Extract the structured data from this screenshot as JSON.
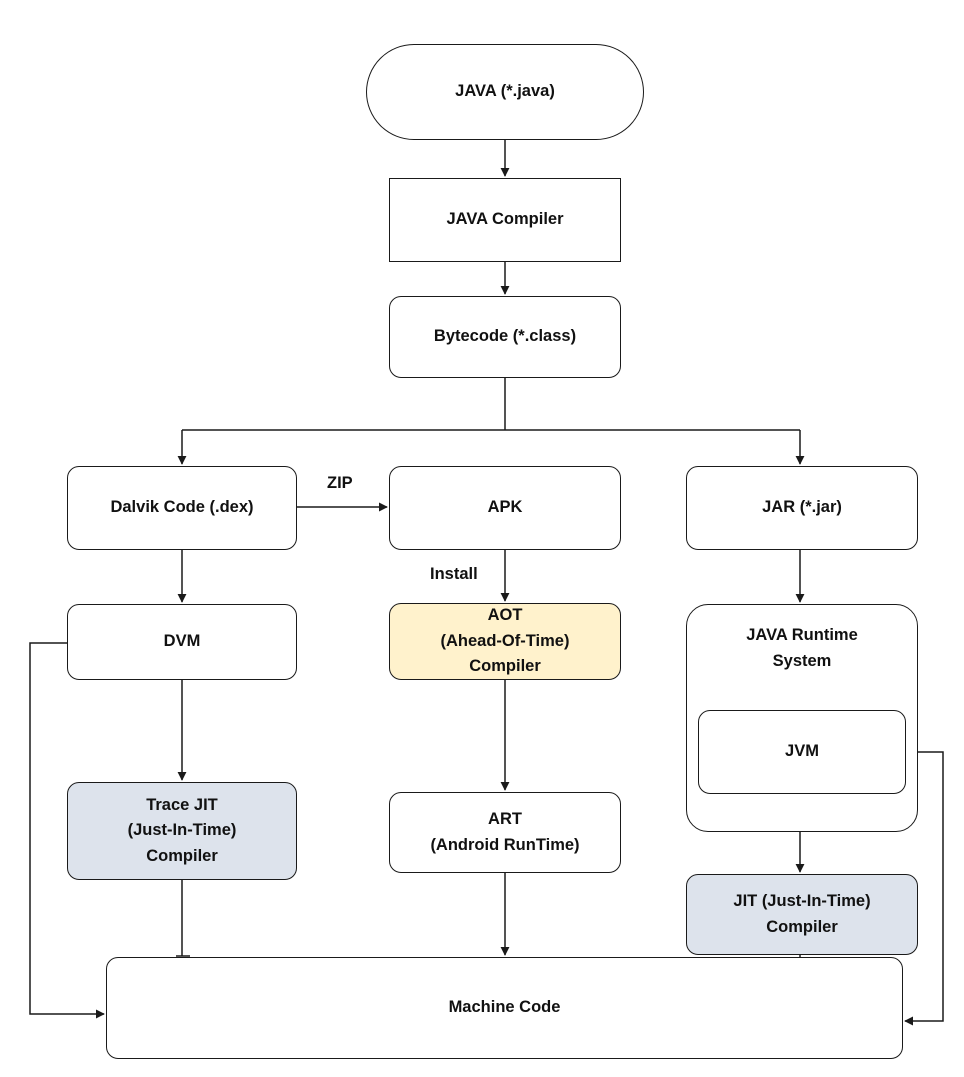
{
  "nodes": {
    "java_source": "JAVA (*.java)",
    "java_compiler": "JAVA Compiler",
    "bytecode": "Bytecode (*.class)",
    "dalvik_code": "Dalvik Code (.dex)",
    "apk": "APK",
    "jar": "JAR (*.jar)",
    "dvm": "DVM",
    "aot": "AOT\n(Ahead-Of-Time)\nCompiler",
    "java_runtime": "JAVA Runtime\nSystem",
    "jvm": "JVM",
    "trace_jit": "Trace JIT\n(Just-In-Time)\nCompiler",
    "art": "ART\n(Android RunTime)",
    "jit": "JIT (Just-In-Time)\nCompiler",
    "machine_code": "Machine Code"
  },
  "edge_labels": {
    "zip": "ZIP",
    "install": "Install"
  },
  "colors": {
    "aot_fill": "#fff2cc",
    "jit_fill": "#dde3ec",
    "stroke": "#1a1a1a"
  }
}
